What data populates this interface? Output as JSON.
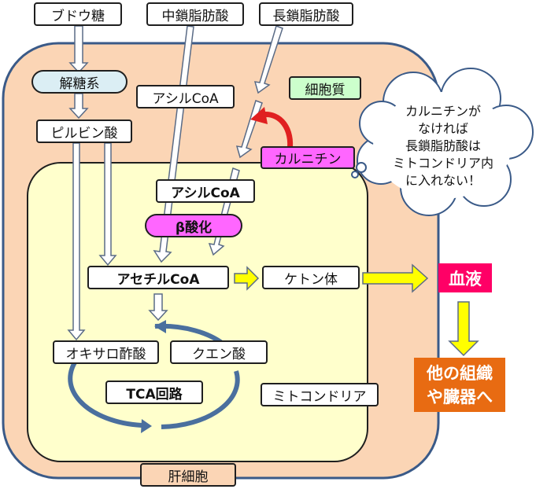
{
  "labels": {
    "glucose": "ブドウ糖",
    "mcfa": "中鎖脂肪酸",
    "lcfa": "長鎖脂肪酸",
    "glycolysis": "解糖系",
    "acyl_coa_cytosol": "アシルCoA",
    "cytoplasm": "細胞質",
    "pyruvate": "ピルビン酸",
    "carnitine": "カルニチン",
    "acyl_coa_mito": "アシルCoA",
    "beta_oxidation": "β酸化",
    "acetyl_coa": "アセチルCoA",
    "ketone": "ケトン体",
    "blood": "血液",
    "oxaloacetate": "オキサロ酢酸",
    "citrate": "クエン酸",
    "tca": "TCA回路",
    "mitochondria": "ミトコンドリア",
    "liver_cell": "肝細胞",
    "other_organs": [
      "他の組織",
      "や臓器へ"
    ]
  },
  "callout": {
    "lines": [
      "カルニチンが",
      "なければ",
      "長鎖脂肪酸は",
      "ミトコンドリア内",
      "に入れない！"
    ]
  },
  "colors": {
    "liver_cell_fill": "#fbd5b5",
    "mitochondria_fill": "#ffffcc",
    "glycolysis_fill": "#dbeef4",
    "cytoplasm_fill": "#ccffcc",
    "carnitine_fill": "#ff66ff",
    "beta_oxidation_fill": "#ff66ff",
    "blood_fill": "#ff0066",
    "organs_fill": "#e86b12",
    "yellow_arrow": "#ffff00",
    "tca_arrow": "#4a6f9e",
    "carnitine_arrow": "#e02020"
  }
}
